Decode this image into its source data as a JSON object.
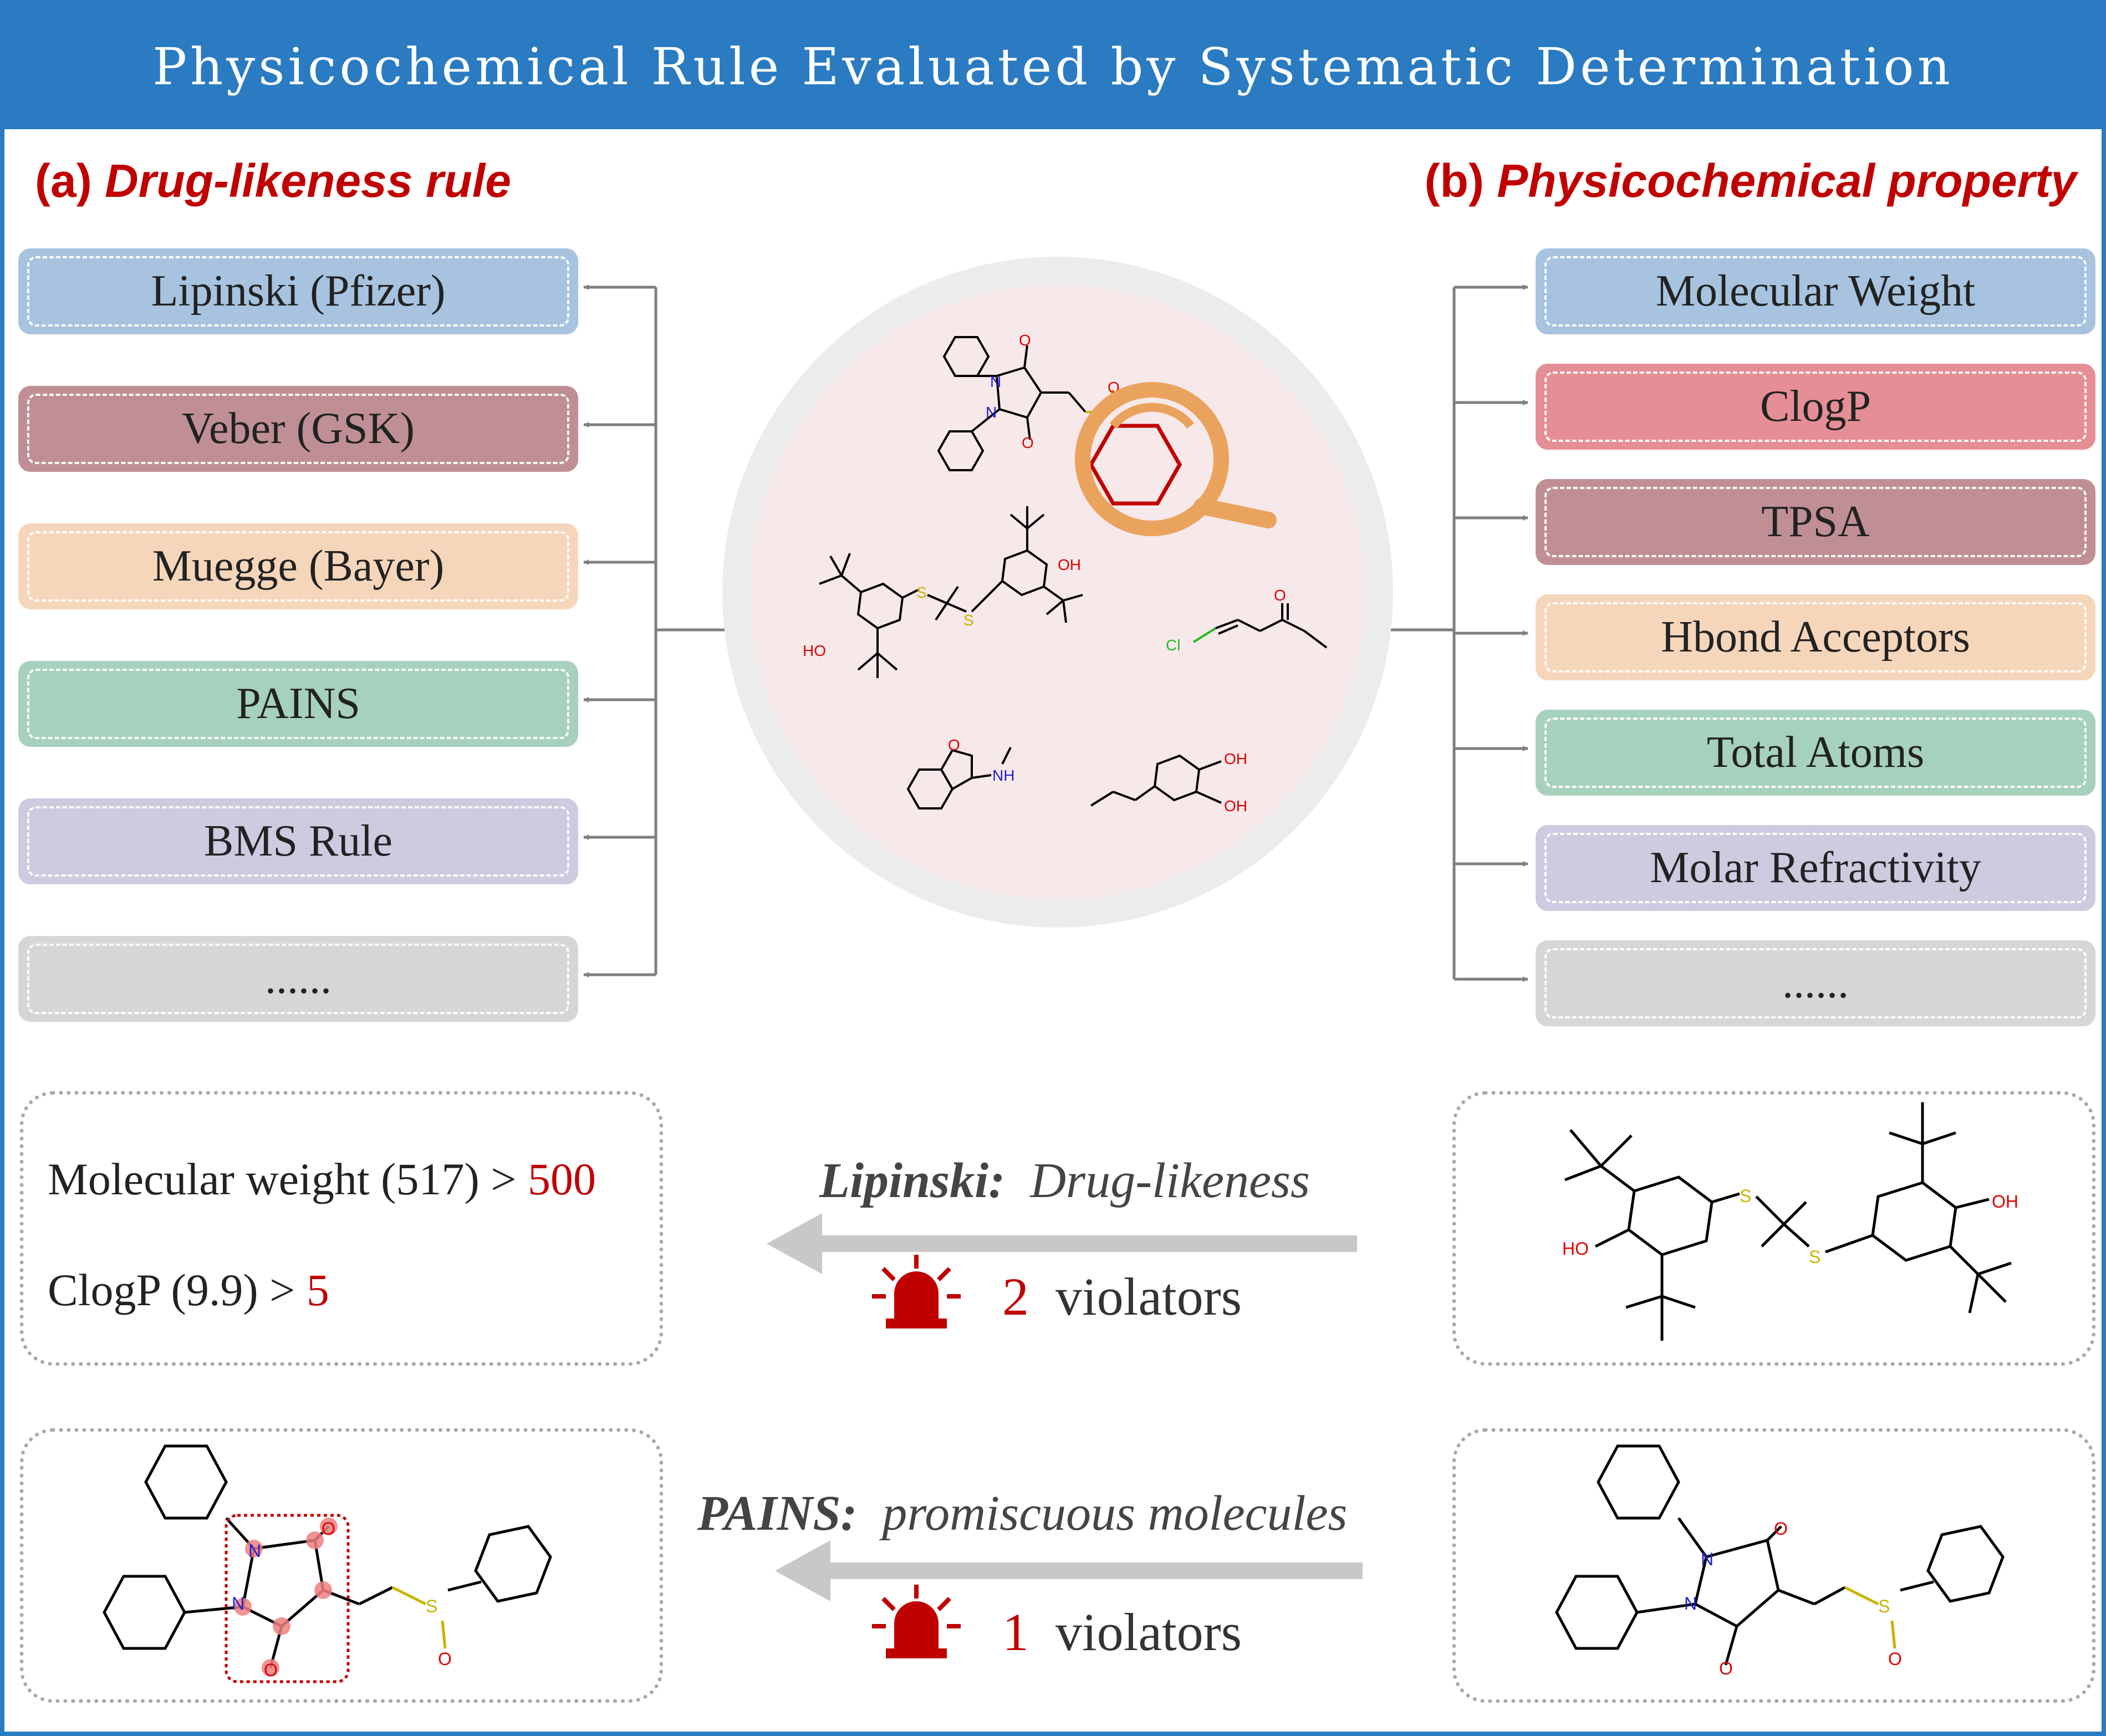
{
  "title": "Physicochemical Rule Evaluated by Systematic Determination",
  "section_a": {
    "paren": "(a)",
    "text": "Drug-likeness rule"
  },
  "section_b": {
    "paren": "(b)",
    "text": "Physicochemical property"
  },
  "rules": [
    {
      "label": "Lipinski (Pfizer)",
      "color": "#a7c3df"
    },
    {
      "label": "Veber (GSK)",
      "color": "#c08f96"
    },
    {
      "label": "Muegge (Bayer)",
      "color": "#f6d6bb"
    },
    {
      "label": "PAINS",
      "color": "#a6d1bd"
    },
    {
      "label": "BMS Rule",
      "color": "#cdcbe0"
    },
    {
      "label": "......",
      "color": "#d6d6d6"
    }
  ],
  "properties": [
    {
      "label": "Molecular Weight",
      "color": "#a7c3df"
    },
    {
      "label": "ClogP",
      "color": "#e58e95"
    },
    {
      "label": "TPSA",
      "color": "#c08f96"
    },
    {
      "label": "Hbond Acceptors",
      "color": "#f6d6bb"
    },
    {
      "label": "Total Atoms",
      "color": "#a6d1bd"
    },
    {
      "label": "Molar Refractivity",
      "color": "#cdcbe0"
    },
    {
      "label": "......",
      "color": "#d6d6d6"
    }
  ],
  "lipinski_result": {
    "line1_prefix": "Molecular weight (517) > ",
    "line1_threshold": "500",
    "line2_prefix": "ClogP (9.9) > ",
    "line2_threshold": "5",
    "rule_name": "Lipinski",
    "rule_sep": ":",
    "rule_desc": "Drug-likeness",
    "count": "2",
    "count_label": "violators"
  },
  "pains_result": {
    "rule_name": "PAINS",
    "rule_sep": ":",
    "rule_desc": "promiscuous molecules",
    "count": "1",
    "count_label": "violators"
  },
  "atoms": {
    "N": "N",
    "O": "O",
    "S": "S",
    "HO": "HO",
    "OH": "OH",
    "Cl": "Cl",
    "NH": "NH"
  },
  "colors": {
    "banner": "#2a7bc1",
    "accent_red": "#c00000",
    "magnifier": "#eaa35c",
    "circle_fill": "#f7e8ea",
    "circle_ring": "#dcdcdc",
    "arrow_gray": "#c8c8c8",
    "connector": "#7f7f7f",
    "nitrogen": "#2020d0",
    "oxygen": "#e00000",
    "sulfur": "#c8b400",
    "chlorine": "#22bb22"
  },
  "icons": [
    "alarm-light-icon",
    "magnifier-icon",
    "arrow-left-icon"
  ]
}
